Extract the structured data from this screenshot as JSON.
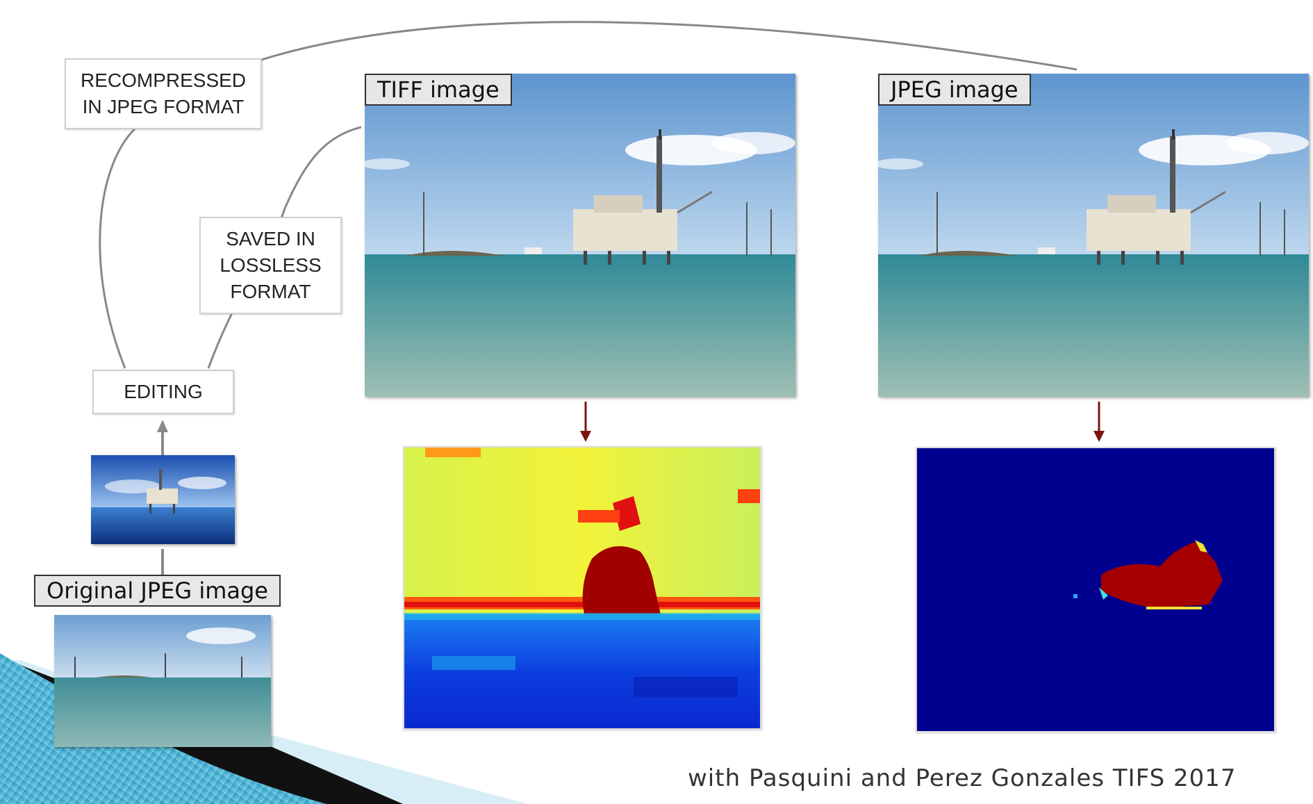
{
  "boxes": {
    "recompressed": "RECOMPRESSED\nIN JPEG FORMAT",
    "saved": "SAVED IN\nLOSSLESS\nFORMAT",
    "editing": "EDITING"
  },
  "labels": {
    "original": "Original JPEG image",
    "tiff": "TIFF image",
    "jpeg": "JPEG image"
  },
  "citation": "with Pasquini and Perez Gonzales TIFS 2017",
  "colors": {
    "arrow_dark_red": "#7a1410",
    "connector_gray": "#888888",
    "heatmap_low": "#00008f",
    "heatmap_high": "#800000",
    "slide_decoration_teal": "#2aa8c8"
  }
}
